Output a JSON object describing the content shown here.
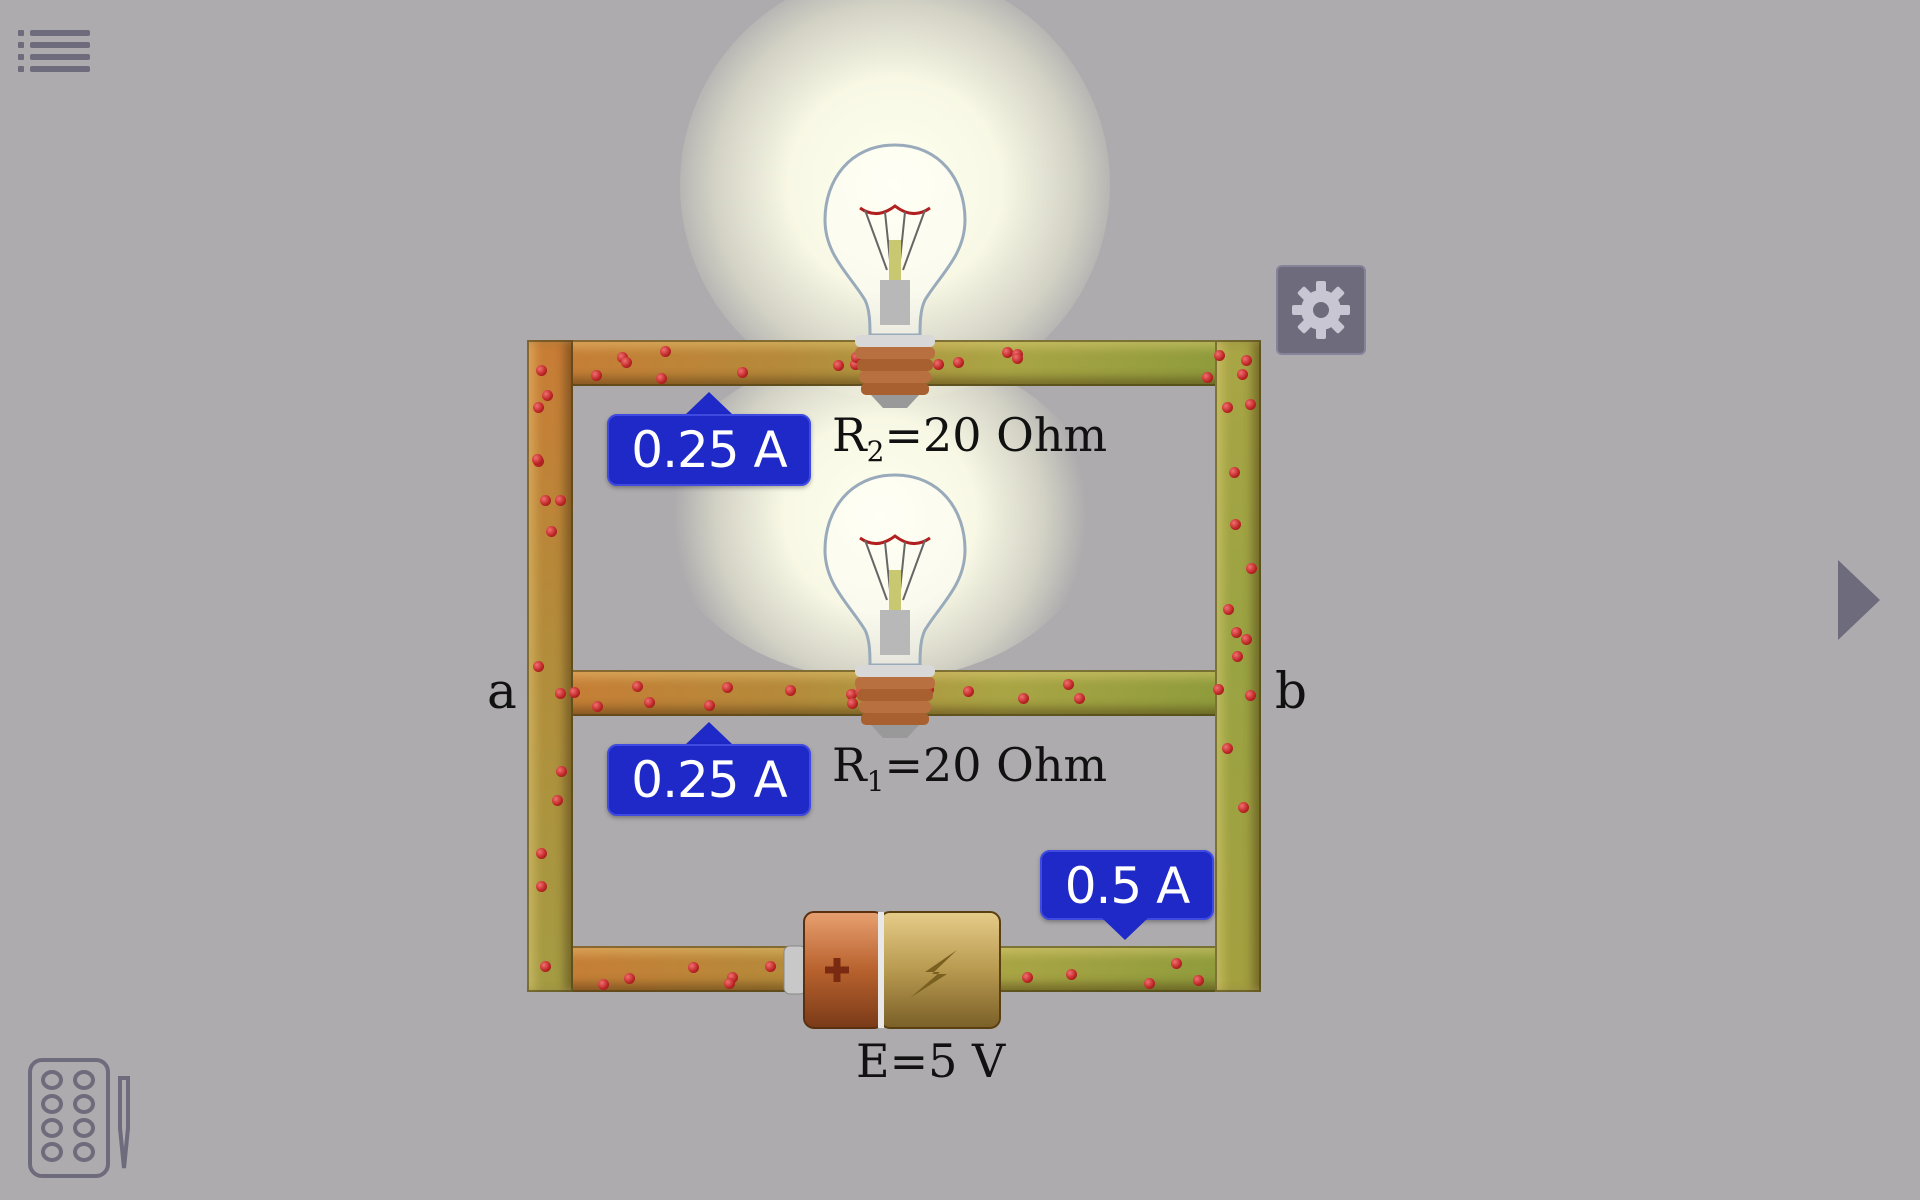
{
  "toolbar": {
    "menu_icon": "list-menu-icon",
    "settings_icon": "gear-icon",
    "next_icon": "triangle-right-icon",
    "palette_icon": "palette-brush-icon"
  },
  "circuit": {
    "node_a": "a",
    "node_b": "b",
    "resistors": [
      {
        "symbol": "R",
        "sub": "2",
        "value": "=20 Ohm",
        "current": "0.25 A"
      },
      {
        "symbol": "R",
        "sub": "1",
        "value": "=20 Ohm",
        "current": "0.25 A"
      }
    ],
    "battery": {
      "label": "E=5 V",
      "current": "0.5 A"
    }
  },
  "colors": {
    "background": "#adabad",
    "current_badge": "#1e29c8",
    "charge_dot": "#c02828",
    "settings_button": "#6e6b7c"
  }
}
